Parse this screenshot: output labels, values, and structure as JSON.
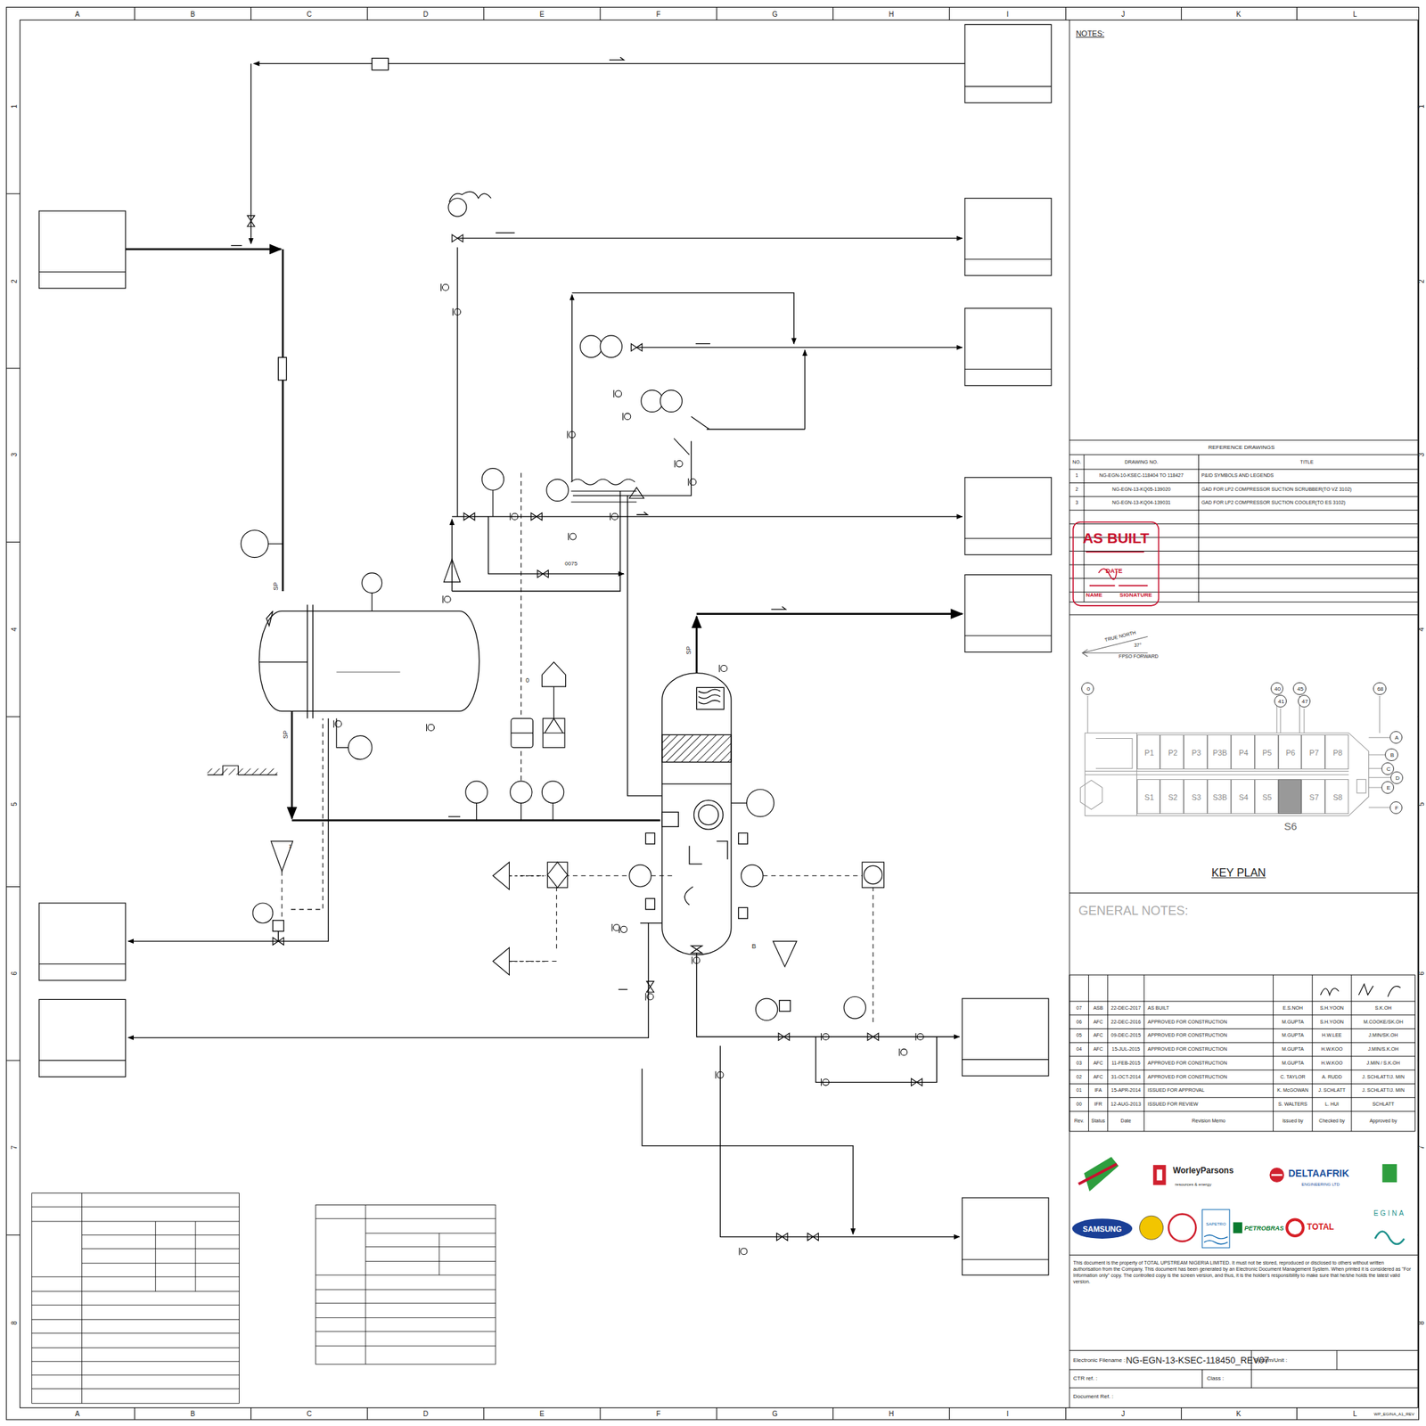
{
  "diagram": {
    "nodes": [
      {
        "text": [
          "AS BUILT",
          "DATE",
          "NAME",
          "SIGNATURE"
        ]
      },
      {
        "text": [
          "P1"
        ]
      },
      {
        "text": [
          "P2"
        ]
      },
      {
        "text": [
          "P3"
        ]
      },
      {
        "text": [
          "P3B"
        ]
      },
      {
        "text": [
          "P4"
        ]
      },
      {
        "text": [
          "P5"
        ]
      },
      {
        "text": [
          "P6"
        ]
      },
      {
        "text": [
          "P7"
        ]
      },
      {
        "text": [
          "P8"
        ]
      },
      {
        "text": [
          "S1"
        ]
      },
      {
        "text": [
          "S2"
        ]
      },
      {
        "text": [
          "S3"
        ]
      },
      {
        "text": [
          "S3B"
        ]
      },
      {
        "text": [
          "S4"
        ]
      },
      {
        "text": [
          "S5"
        ]
      },
      {
        "text": [
          "S6"
        ]
      },
      {
        "text": [
          "S7"
        ]
      },
      {
        "text": [
          "S8"
        ]
      },
      {
        "text": [
          "0"
        ]
      },
      {
        "text": [
          "40"
        ]
      },
      {
        "text": [
          "41"
        ]
      },
      {
        "text": [
          "45"
        ]
      },
      {
        "text": [
          "47"
        ]
      },
      {
        "text": [
          "68"
        ]
      },
      {
        "text": [
          "A"
        ]
      },
      {
        "text": [
          "B"
        ]
      },
      {
        "text": [
          "C"
        ]
      },
      {
        "text": [
          "D"
        ]
      },
      {
        "text": [
          "E"
        ]
      },
      {
        "text": [
          "F"
        ]
      }
    ],
    "labels": [
      "A",
      "B",
      "C",
      "D",
      "E",
      "F",
      "G",
      "H",
      "I",
      "J",
      "K",
      "L",
      "A",
      "B",
      "C",
      "D",
      "E",
      "F",
      "G",
      "H",
      "I",
      "J",
      "K",
      "L",
      "1",
      "2",
      "3",
      "4",
      "5",
      "6",
      "7",
      "8",
      "1",
      "2",
      "3",
      "4",
      "5",
      "6",
      "7",
      "8",
      "NOTES:",
      "SP",
      "SP",
      "SP",
      "0075",
      "0",
      "1",
      "B",
      "REFERENCE DRAWINGS",
      "NO.",
      "DRAWING NO.",
      "TITLE",
      "1",
      "NG-EGN-10-KSEC-118404 TO 118427",
      "P&ID SYMBOLS AND LEGENDS",
      "2",
      "NG-EGN-13-KQ05-139020",
      "GAD FOR LP2 COMPRESSOR SUCTION SCRUBBER(TO VZ 3102)",
      "3",
      "NG-EGN-13-KQ04-139031",
      "GAD FOR LP2 COMPRESSOR SUCTION COOLER(TO ES 3102)",
      "TRUE NORTH",
      "37°",
      "FPSO FORWARD",
      "KEY PLAN",
      "GENERAL NOTES:",
      "07",
      "ASB",
      "22-DEC-2017",
      "AS BUILT",
      "E.S.NOH",
      "S.H.YOON",
      "S.K.OH",
      "06",
      "AFC",
      "22-DEC-2016",
      "APPROVED FOR CONSTRUCTION",
      "M.GUPTA",
      "S.H.YOON",
      "M.COOKE/SK.OH",
      "05",
      "AFC",
      "09-DEC-2015",
      "APPROVED FOR CONSTRUCTION",
      "M.GUPTA",
      "H.W.LEE",
      "J.MIN/SK.OH",
      "04",
      "AFC",
      "15-JUL-2015",
      "APPROVED FOR CONSTRUCTION",
      "M.GUPTA",
      "H.W.KOO",
      "J.MIN/S.K.OH",
      "03",
      "AFC",
      "11-FEB-2015",
      "APPROVED FOR CONSTRUCTION",
      "M.GUPTA",
      "H.W.KOO",
      "J.MIN / S.K.OH",
      "02",
      "AFC",
      "31-OCT-2014",
      "APPROVED FOR CONSTRUCTION",
      "C. TAYLOR",
      "A. RUDD",
      "J. SCHLATT/J. MIN",
      "01",
      "IFA",
      "15-APR-2014",
      "ISSUED FOR APPROVAL",
      "K. McGOWAN",
      "J. SCHLATT",
      "J. SCHLATT/J. MIN",
      "00",
      "IFR",
      "12-AUG-2013",
      "ISSUED FOR REVIEW",
      "S. WALTERS",
      "L. HUI",
      "SCHLATT",
      "Rev.",
      "Status",
      "Date",
      "Revision Memo",
      "Issued by",
      "Checked by",
      "Approved by",
      "WorleyParsons",
      "resources & energy",
      "DELTAAFRIK",
      "ENGINEERING LTD",
      "SAMSUNG",
      "SAPETRO",
      "PETROBRAS",
      "TOTAL",
      "EGINA",
      "This document is the property of TOTAL UPSTREAM NIGERIA LIMITED. It must not be stored, reproduced or disclosed to others without written authorisation from the Company. This document has been generated by an Electronic Document Management System. When printed it is considered as \"For Information only\" copy. The controlled copy is the screen version, and thus, it is the holder's responsibility to make sure that he/she holds the latest valid version.",
      "Electronic Filename :",
      "NG-EGN-13-KSEC-118450_REV07",
      "System/Unit :",
      "CTR ref. :",
      "Class :",
      "Document Ref. :",
      "WP_EGINA_A1_REV"
    ]
  }
}
